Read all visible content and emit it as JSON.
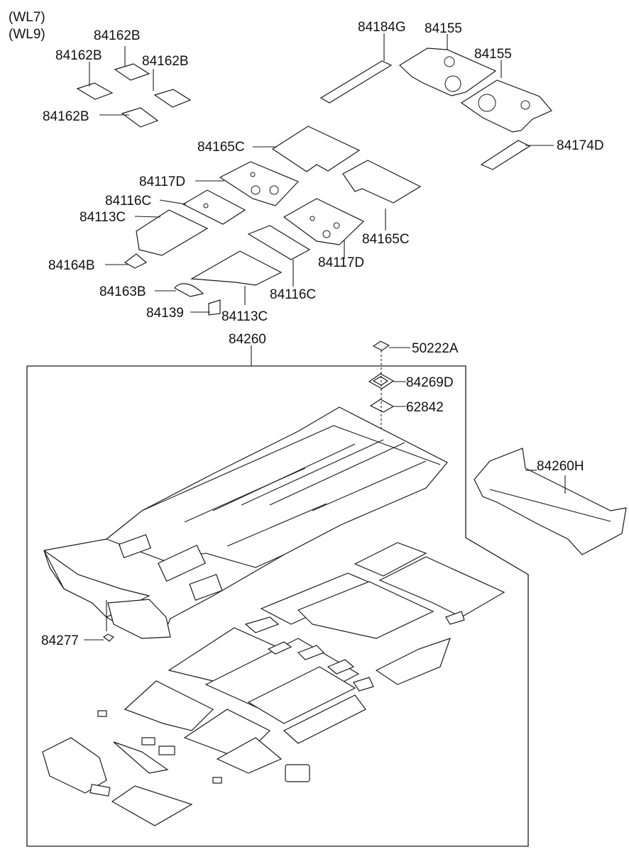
{
  "notes": [
    "(WL7)",
    "(WL9)"
  ],
  "labels": {
    "p84162B_a": "84162B",
    "p84162B_b": "84162B",
    "p84162B_c": "84162B",
    "p84162B_d": "84162B",
    "p84184G": "84184G",
    "p84155_a": "84155",
    "p84155_b": "84155",
    "p84174D": "84174D",
    "p84165C_a": "84165C",
    "p84165C_b": "84165C",
    "p84117D_a": "84117D",
    "p84117D_b": "84117D",
    "p84116C_a": "84116C",
    "p84116C_b": "84116C",
    "p84113C_a": "84113C",
    "p84113C_b": "84113C",
    "p84164B": "84164B",
    "p84163B": "84163B",
    "p84139": "84139",
    "p84260": "84260",
    "p50222A": "50222A",
    "p84269D": "84269D",
    "p62842": "62842",
    "p84260H": "84260H",
    "p84277": "84277"
  }
}
